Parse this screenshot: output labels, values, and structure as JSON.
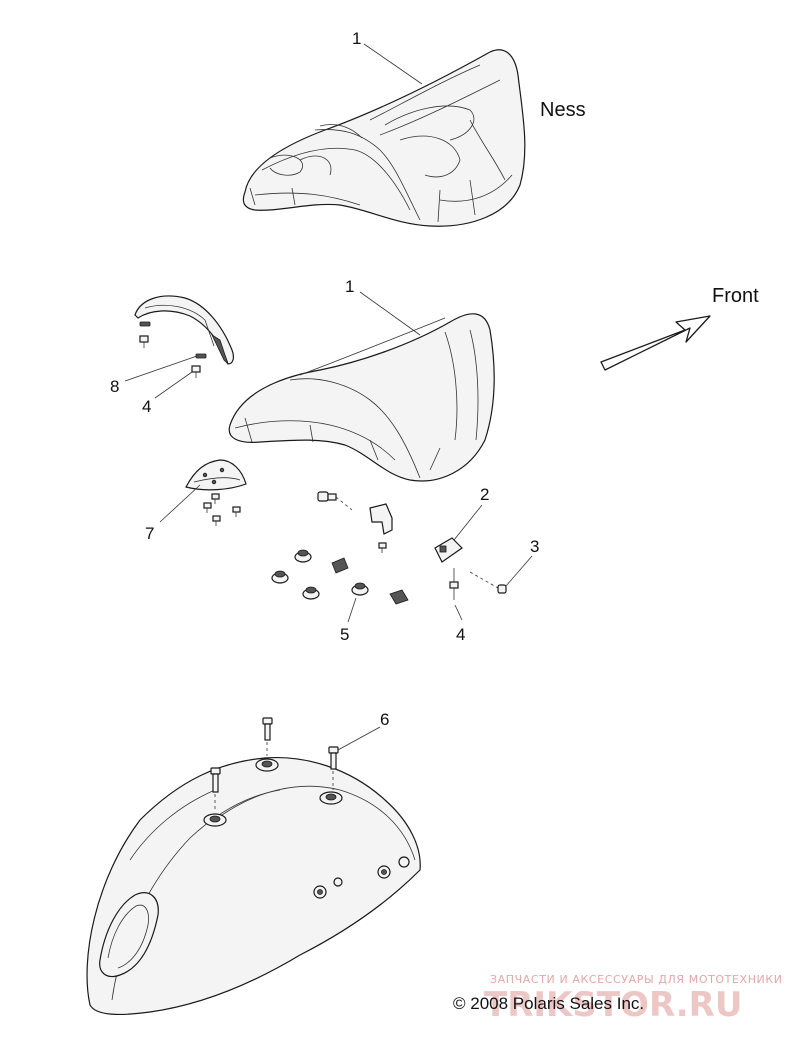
{
  "diagram": {
    "labels": {
      "ness": "Ness",
      "front": "Front"
    },
    "callouts": {
      "c1_top": "1",
      "c1_mid": "1",
      "c2": "2",
      "c3": "3",
      "c4_left": "4",
      "c4_right": "4",
      "c5": "5",
      "c6": "6",
      "c7": "7",
      "c8": "8"
    },
    "copyright": "© 2008 Polaris Sales Inc.",
    "watermark": {
      "tagline": "ЗАПЧАСТИ И АКСЕССУАРЫ ДЛЯ МОТОТЕХНИКИ",
      "brand": "TRIKSTOR.RU"
    }
  }
}
